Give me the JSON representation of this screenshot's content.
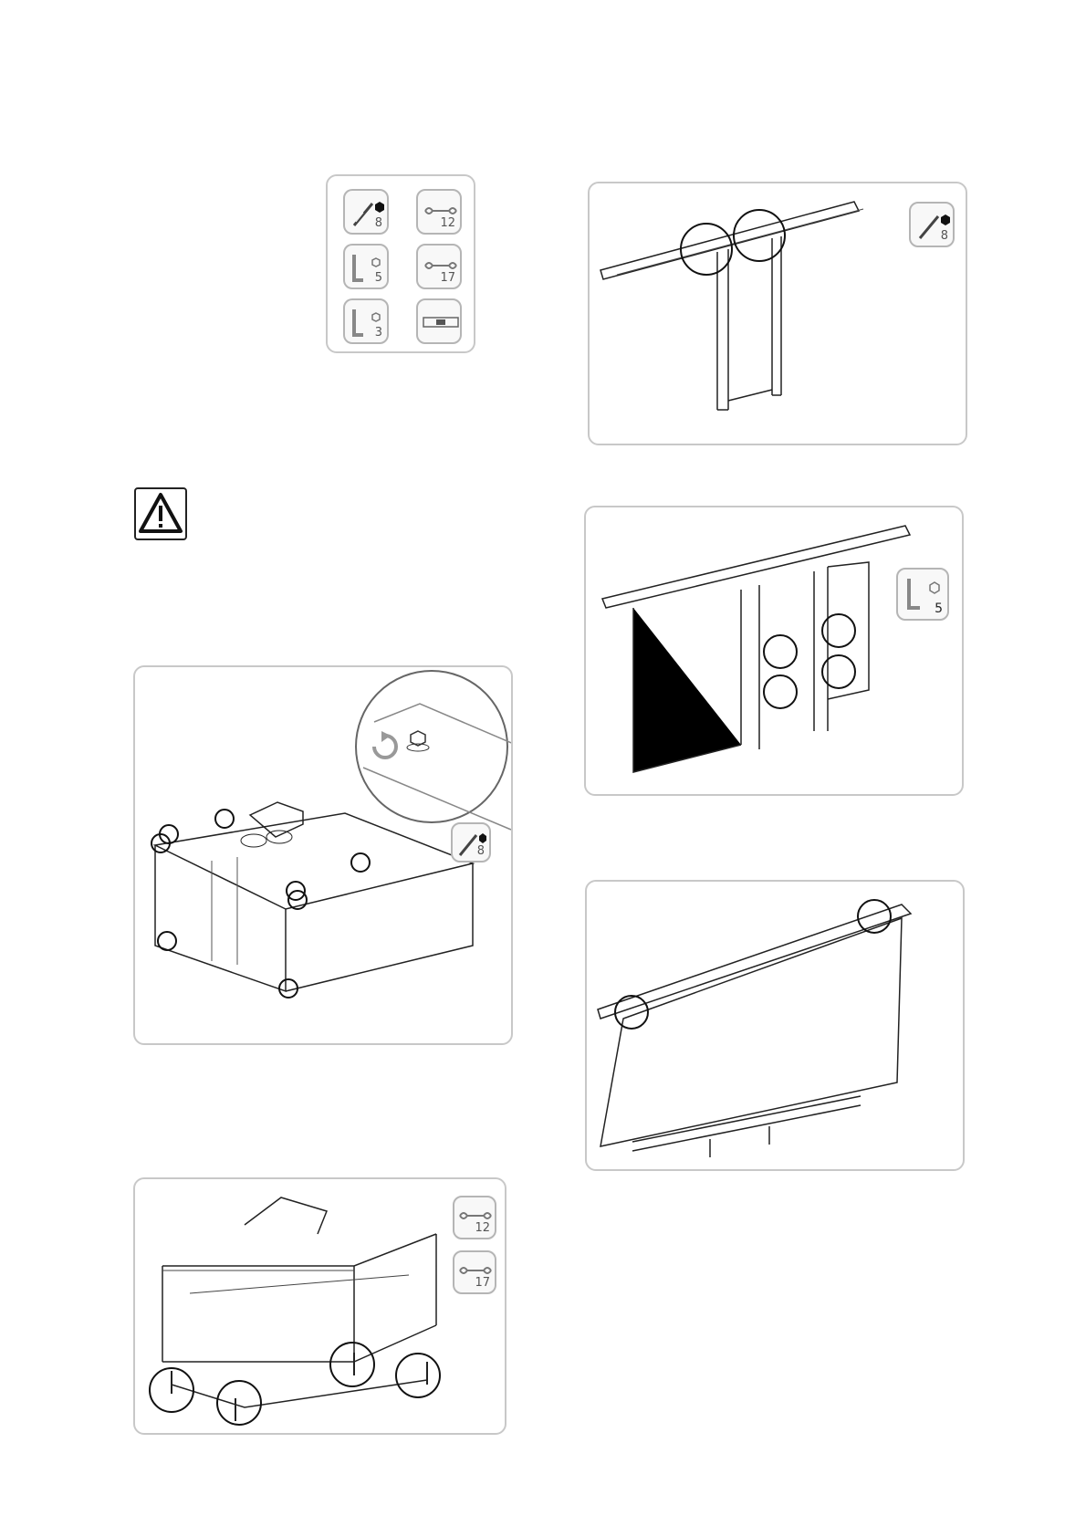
{
  "toolbox": {
    "tools": [
      {
        "icon": "screwdriver-hex-icon",
        "size": "8"
      },
      {
        "icon": "wrench-icon",
        "size": "12"
      },
      {
        "icon": "allen-key-icon",
        "size": "5"
      },
      {
        "icon": "wrench-icon",
        "size": "17"
      },
      {
        "icon": "allen-key-icon",
        "size": "3"
      },
      {
        "icon": "spirit-level-icon",
        "size": ""
      }
    ]
  },
  "warning": {
    "icon": "warning-triangle-icon"
  },
  "steps": {
    "top_frame": {
      "tool_size": "8"
    },
    "panel_frame": {
      "tool_size": "5"
    },
    "box_casing": {
      "tool_size": "8",
      "rotate_icon": "counterclockwise-arrow-icon"
    },
    "base_frame": {
      "tool_sizes": [
        "12",
        "17"
      ]
    },
    "glass_panel": {}
  },
  "colors": {
    "line": "#222222",
    "border": "#c8c8c8",
    "icon_bg": "#f8f8f8"
  }
}
